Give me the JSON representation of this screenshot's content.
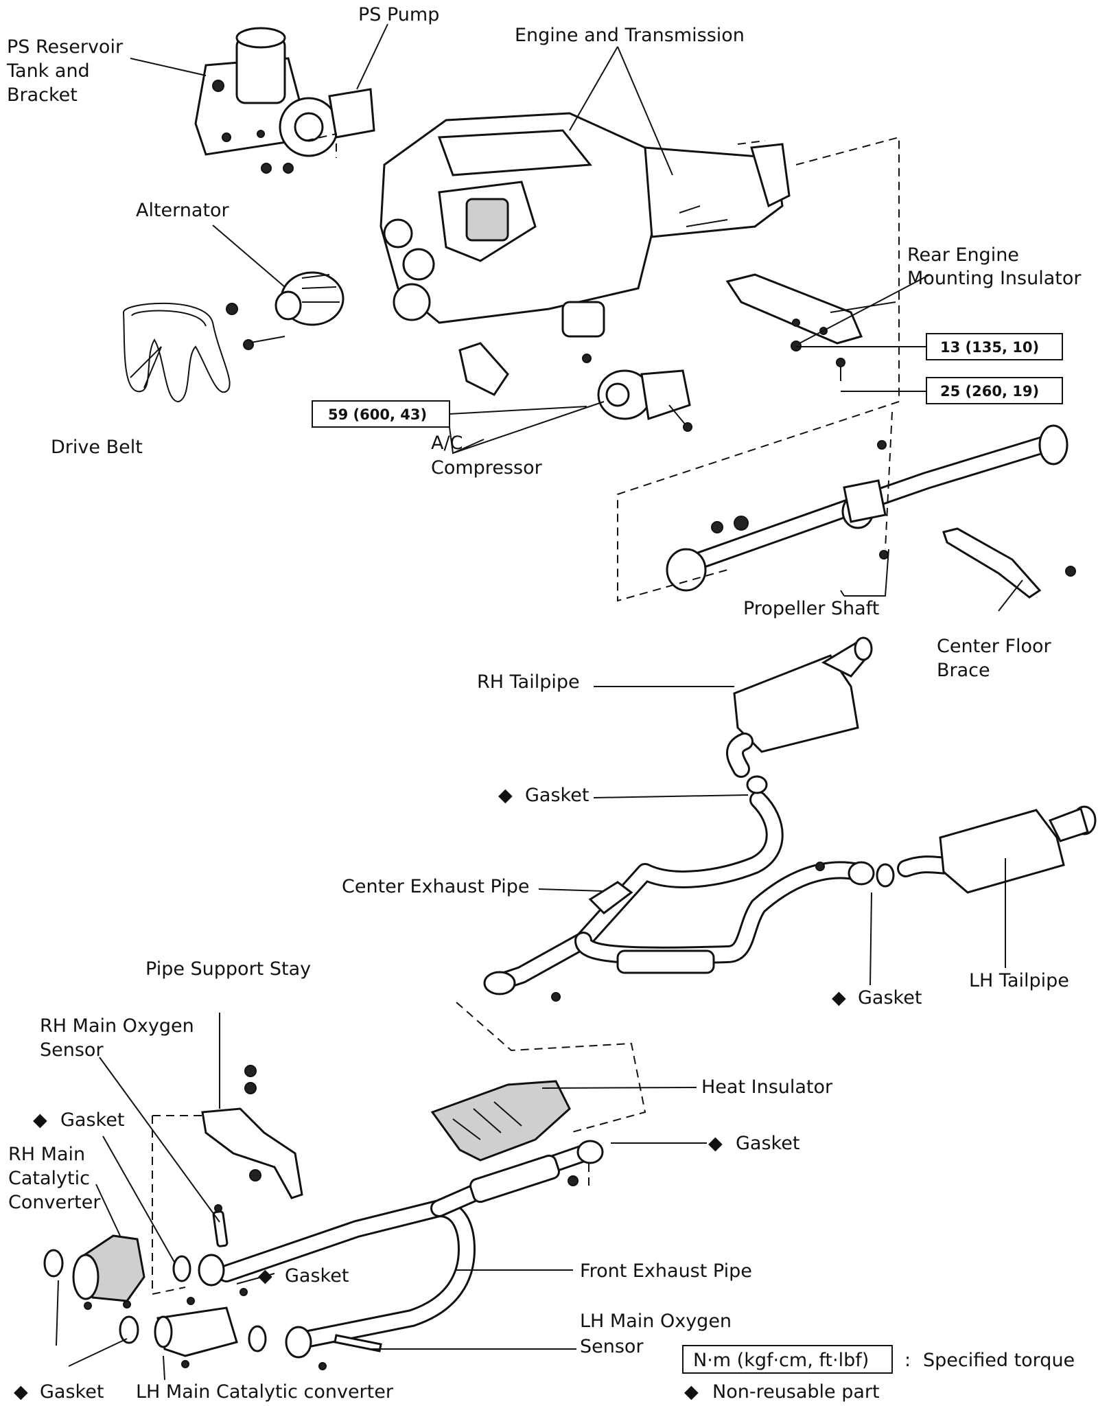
{
  "labels": {
    "ps_pump": "PS Pump",
    "ps_reservoir_1": "PS Reservoir",
    "ps_reservoir_2": "Tank and",
    "ps_reservoir_3": "Bracket",
    "engine_transmission": "Engine and Transmission",
    "alternator": "Alternator",
    "rear_engine_1": "Rear Engine",
    "rear_engine_2": "Mounting Insulator",
    "drive_belt": "Drive Belt",
    "ac_1": "A/C",
    "ac_2": "Compressor",
    "propeller_shaft": "Propeller Shaft",
    "center_floor_1": "Center Floor",
    "center_floor_2": "Brace",
    "rh_tailpipe": "RH Tailpipe",
    "gasket_upper": "Gasket",
    "center_exhaust_pipe": "Center Exhaust Pipe",
    "lh_tailpipe": "LH Tailpipe",
    "gasket_lh_tail": "Gasket",
    "pipe_support_stay": "Pipe Support Stay",
    "rh_o2_1": "RH Main Oxygen",
    "rh_o2_2": "Sensor",
    "gasket_rh_main": "Gasket",
    "rh_cat_1": "RH Main",
    "rh_cat_2": "Catalytic",
    "rh_cat_3": "Converter",
    "heat_insulator": "Heat Insulator",
    "gasket_heat": "Gasket",
    "front_exhaust_pipe": "Front Exhaust Pipe",
    "gasket_front": "Gasket",
    "lh_o2_1": "LH Main Oxygen",
    "lh_o2_2": "Sensor",
    "gasket_bottom": "Gasket",
    "lh_cat": "LH Main Catalytic converter"
  },
  "torque": {
    "t1": "13 (135, 10)",
    "t2": "25 (260, 19)",
    "t3": "59 (600, 43)"
  },
  "legend": {
    "unit": "N·m (kgf·cm, ft·lbf)",
    "colon": ":",
    "specified": "Specified torque",
    "non_reusable": "Non-reusable part"
  },
  "markers": {
    "diamond": "◆"
  },
  "icons": {
    "non_reusable_marker": "diamond-icon"
  }
}
